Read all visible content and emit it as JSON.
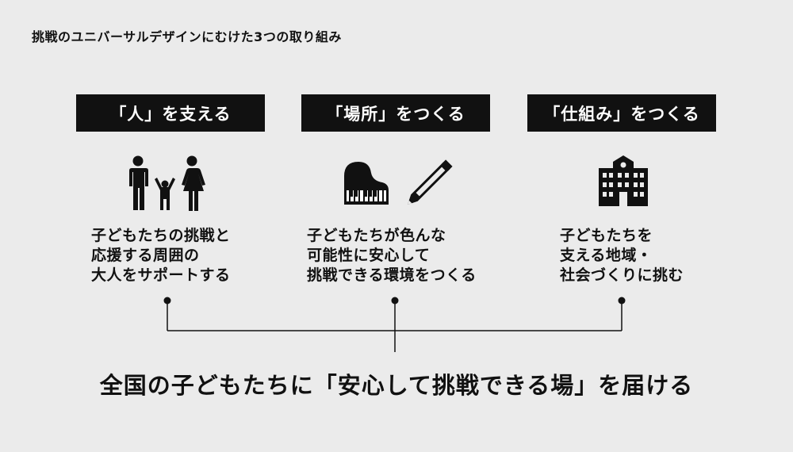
{
  "title": "挑戦のユニバーサルデザインにむけた3つの取り組み",
  "pillars": [
    {
      "header": "「人」を支える",
      "icon": "family-icon",
      "description": "子どもたちの挑戦と\n応援する周囲の\n大人をサポートする"
    },
    {
      "header": "「場所」をつくる",
      "icon": "piano-pencil-icon",
      "description": "子どもたちが色んな\n可能性に安心して\n挑戦できる環境をつくる"
    },
    {
      "header": "「仕組み」をつくる",
      "icon": "school-icon",
      "description": "子どもたちを\n支える地域・\n社会づくりに挑む"
    }
  ],
  "conclusion": "全国の子どもたちに「安心して挑戦できる場」を届ける",
  "colors": {
    "background": "#ebebeb",
    "header_fill": "#111111",
    "header_text": "#ffffff",
    "text": "#111111"
  }
}
